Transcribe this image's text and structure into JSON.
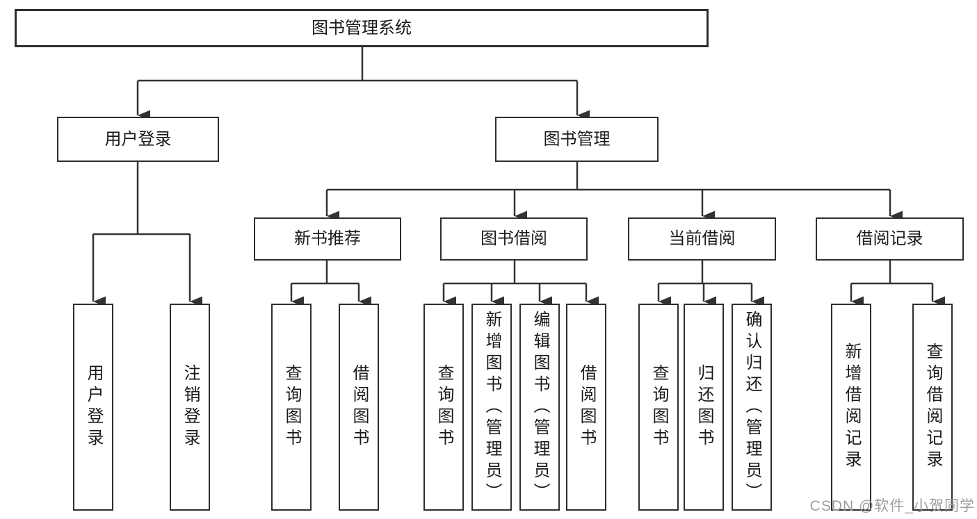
{
  "diagram": {
    "title": "图书管理系统",
    "root": {
      "label": "图书管理系统"
    },
    "level2": [
      {
        "label": "用户登录"
      },
      {
        "label": "图书管理"
      }
    ],
    "level3": [
      {
        "label": "新书推荐"
      },
      {
        "label": "图书借阅"
      },
      {
        "label": "当前借阅"
      },
      {
        "label": "借阅记录"
      }
    ],
    "leaves": {
      "user_login": [
        {
          "label": "用户登录"
        },
        {
          "label": "注销登录"
        }
      ],
      "new_books": [
        {
          "label": "查询图书"
        },
        {
          "label": "借阅图书"
        }
      ],
      "book_borrow": [
        {
          "label": "查询图书"
        },
        {
          "label": "新增图书（管理员）"
        },
        {
          "label": "编辑图书（管理员）"
        },
        {
          "label": "借阅图书"
        }
      ],
      "current_borrow": [
        {
          "label": "查询图书"
        },
        {
          "label": "归还图书"
        },
        {
          "label": "确认归还（管理员）"
        }
      ],
      "borrow_records": [
        {
          "label": "新增借阅记录"
        },
        {
          "label": "查询借阅记录"
        }
      ]
    }
  },
  "watermark": {
    "text": "CSDN @软件_小贺同学"
  },
  "colors": {
    "line": "#333333",
    "box_border": "#2e2e2e",
    "text": "#1a1a1a",
    "watermark": "#9e9e9e",
    "background": "#ffffff"
  }
}
